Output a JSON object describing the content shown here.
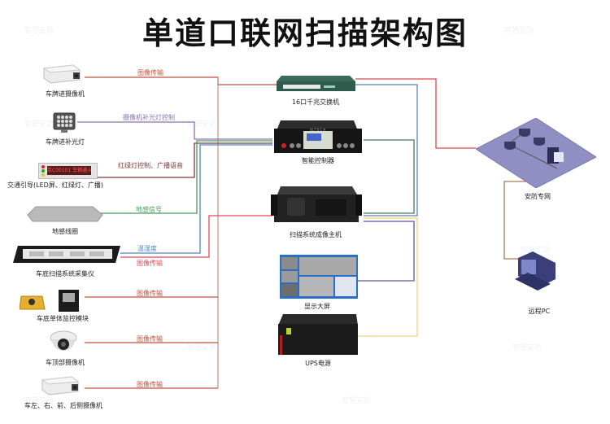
{
  "title": "单道口联网扫描架构图",
  "colors": {
    "image": "#c0523f",
    "lightctl": "#8a73a8",
    "signal": "#7a3a3a",
    "loop": "#4e9a5e",
    "humidity": "#4f86c6",
    "image_red": "#e0485a",
    "switch_link": "#5a7fb5",
    "host_green": "#3f7d55",
    "display_purple": "#5b54a8",
    "ups_yellow": "#f0d27a",
    "net_red": "#d94a4a",
    "pc_brown": "#a67c52"
  },
  "left_devices": [
    {
      "id": "plate-camera",
      "label": "车牌进摄像机"
    },
    {
      "id": "fill-light",
      "label": "车牌进补光灯"
    },
    {
      "id": "traffic-guide",
      "label": "交通引导(LED屏、红绿灯、广播)",
      "led_text": "京C00101 车辆通入"
    },
    {
      "id": "ground-loop",
      "label": "地感线圈"
    },
    {
      "id": "under-scanner",
      "label": "车底扫描系统采集仪"
    },
    {
      "id": "under-module",
      "label": "车底单体监控模块"
    },
    {
      "id": "top-camera",
      "label": "车顶部摄像机"
    },
    {
      "id": "side-camera",
      "label": "车左、右、前、后侧摄像机"
    }
  ],
  "center_devices": [
    {
      "id": "switch",
      "label": "16口千兆交换机"
    },
    {
      "id": "controller",
      "label": "智能控制器",
      "brand": "JETECH"
    },
    {
      "id": "host",
      "label": "扫描系统成像主机"
    },
    {
      "id": "display",
      "label": "显示大屏"
    },
    {
      "id": "ups",
      "label": "UPS电源"
    }
  ],
  "right_devices": [
    {
      "id": "security-net",
      "label": "安防专网"
    },
    {
      "id": "remote-pc",
      "label": "远程PC"
    }
  ],
  "edge_labels": {
    "e1": "图像传输",
    "e2": "摄像机补光灯控制",
    "e3": "红绿灯控制、广播语音",
    "e4": "地感信号",
    "e5": "温湿度",
    "e6": "图像传输",
    "e7": "图像传输",
    "e8": "图像传输",
    "e9": "图像传输"
  },
  "watermark": "智慧安防"
}
